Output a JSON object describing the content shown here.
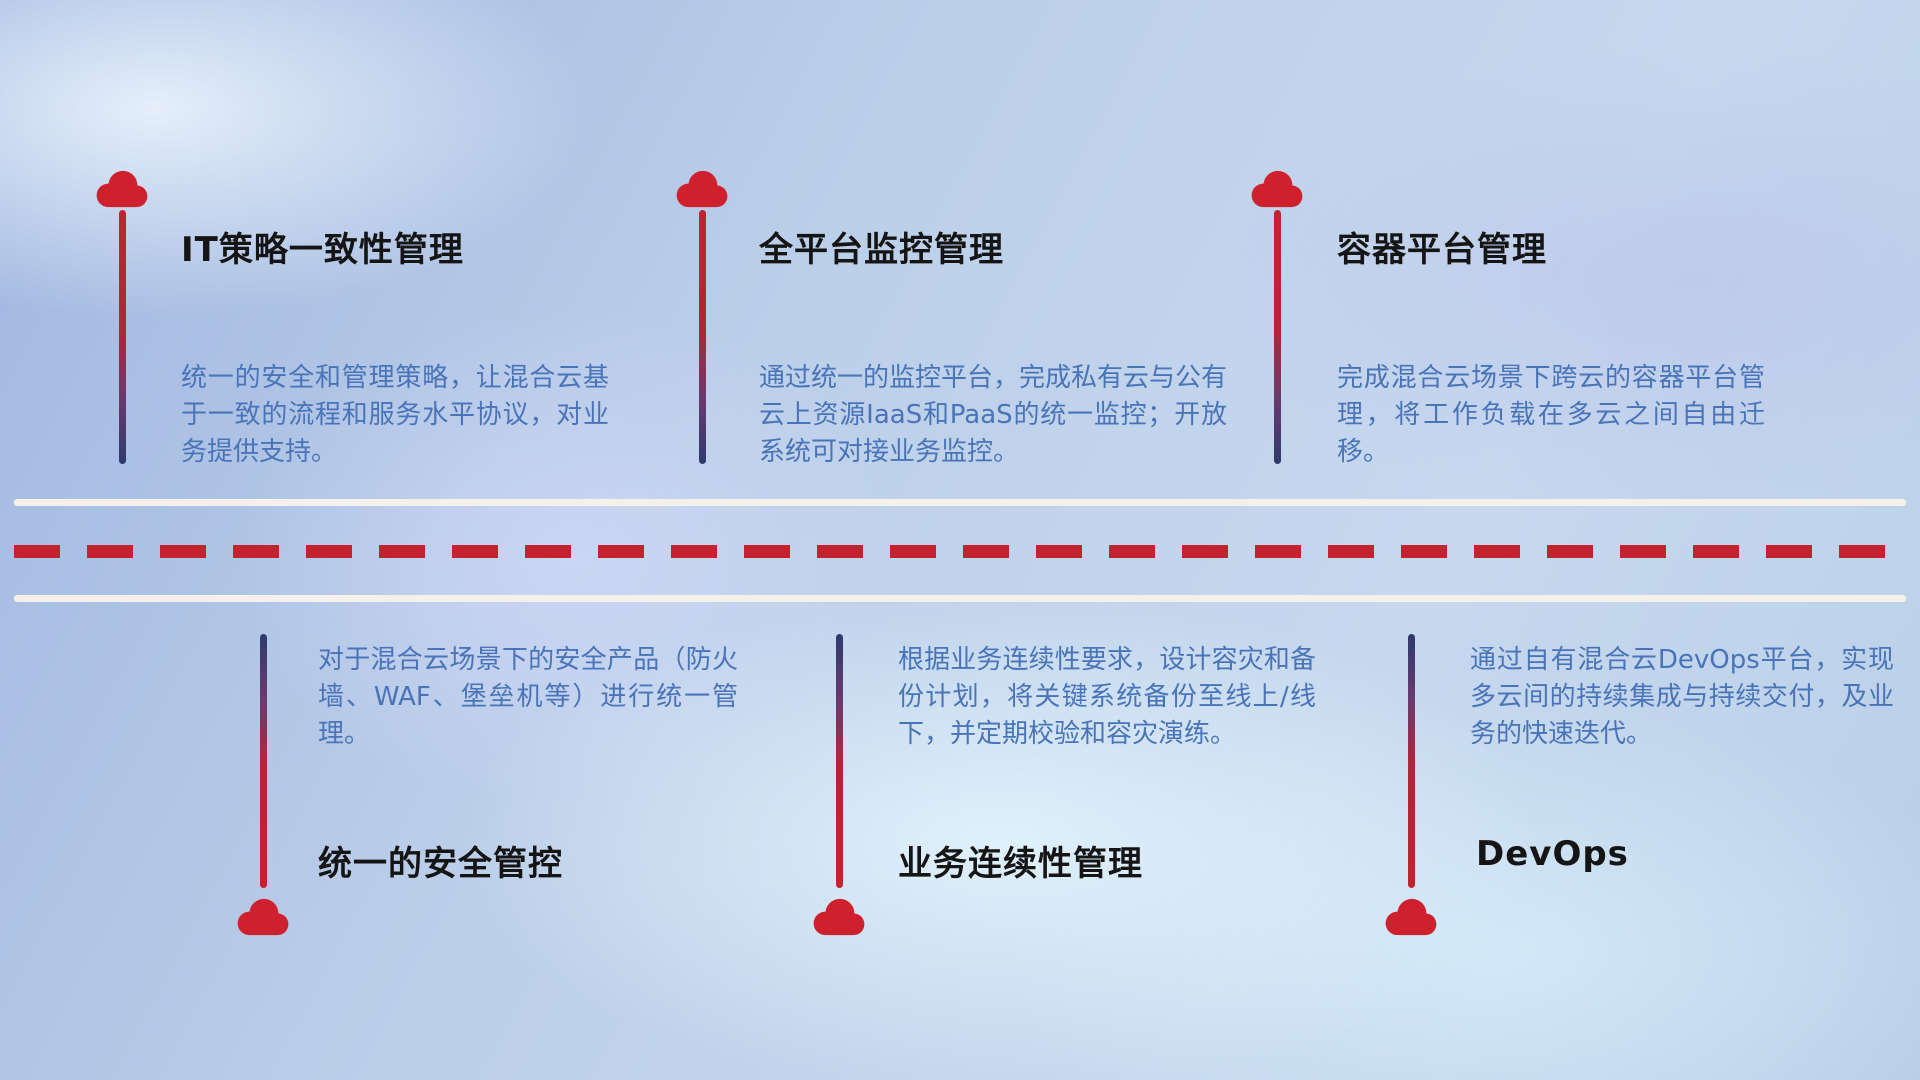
{
  "colors": {
    "cloud_red": "#cf202e",
    "dash_red": "#c2232e",
    "line_navy": "#2e3a6e",
    "desc_blue": "#4a74b8",
    "title_color": "#151515",
    "white_line": "#f5f1ea"
  },
  "top_items": [
    {
      "icon": "cloud-icon",
      "title": "IT策略一致性管理",
      "desc": "统一的安全和管理策略，让混合云基于一致的流程和服务水平协议，对业务提供支持。"
    },
    {
      "icon": "cloud-icon",
      "title": "全平台监控管理",
      "desc": "通过统一的监控平台，完成私有云与公有云上资源IaaS和PaaS的统一监控；开放系统可对接业务监控。"
    },
    {
      "icon": "cloud-icon",
      "title": "容器平台管理",
      "desc": "完成混合云场景下跨云的容器平台管理，将工作负载在多云之间自由迁移。"
    }
  ],
  "bottom_items": [
    {
      "icon": "cloud-icon",
      "title": "统一的安全管控",
      "desc": "对于混合云场景下的安全产品（防火墙、WAF、堡垒机等）进行统一管理。"
    },
    {
      "icon": "cloud-icon",
      "title": "业务连续性管理",
      "desc": "根据业务连续性要求，设计容灾和备份计划，将关键系统备份至线上/线下，并定期校验和容灾演练。"
    },
    {
      "icon": "cloud-icon",
      "title": "DevOps",
      "desc": "通过自有混合云DevOps平台，实现多云间的持续集成与持续交付，及业务的快速迭代。"
    }
  ]
}
